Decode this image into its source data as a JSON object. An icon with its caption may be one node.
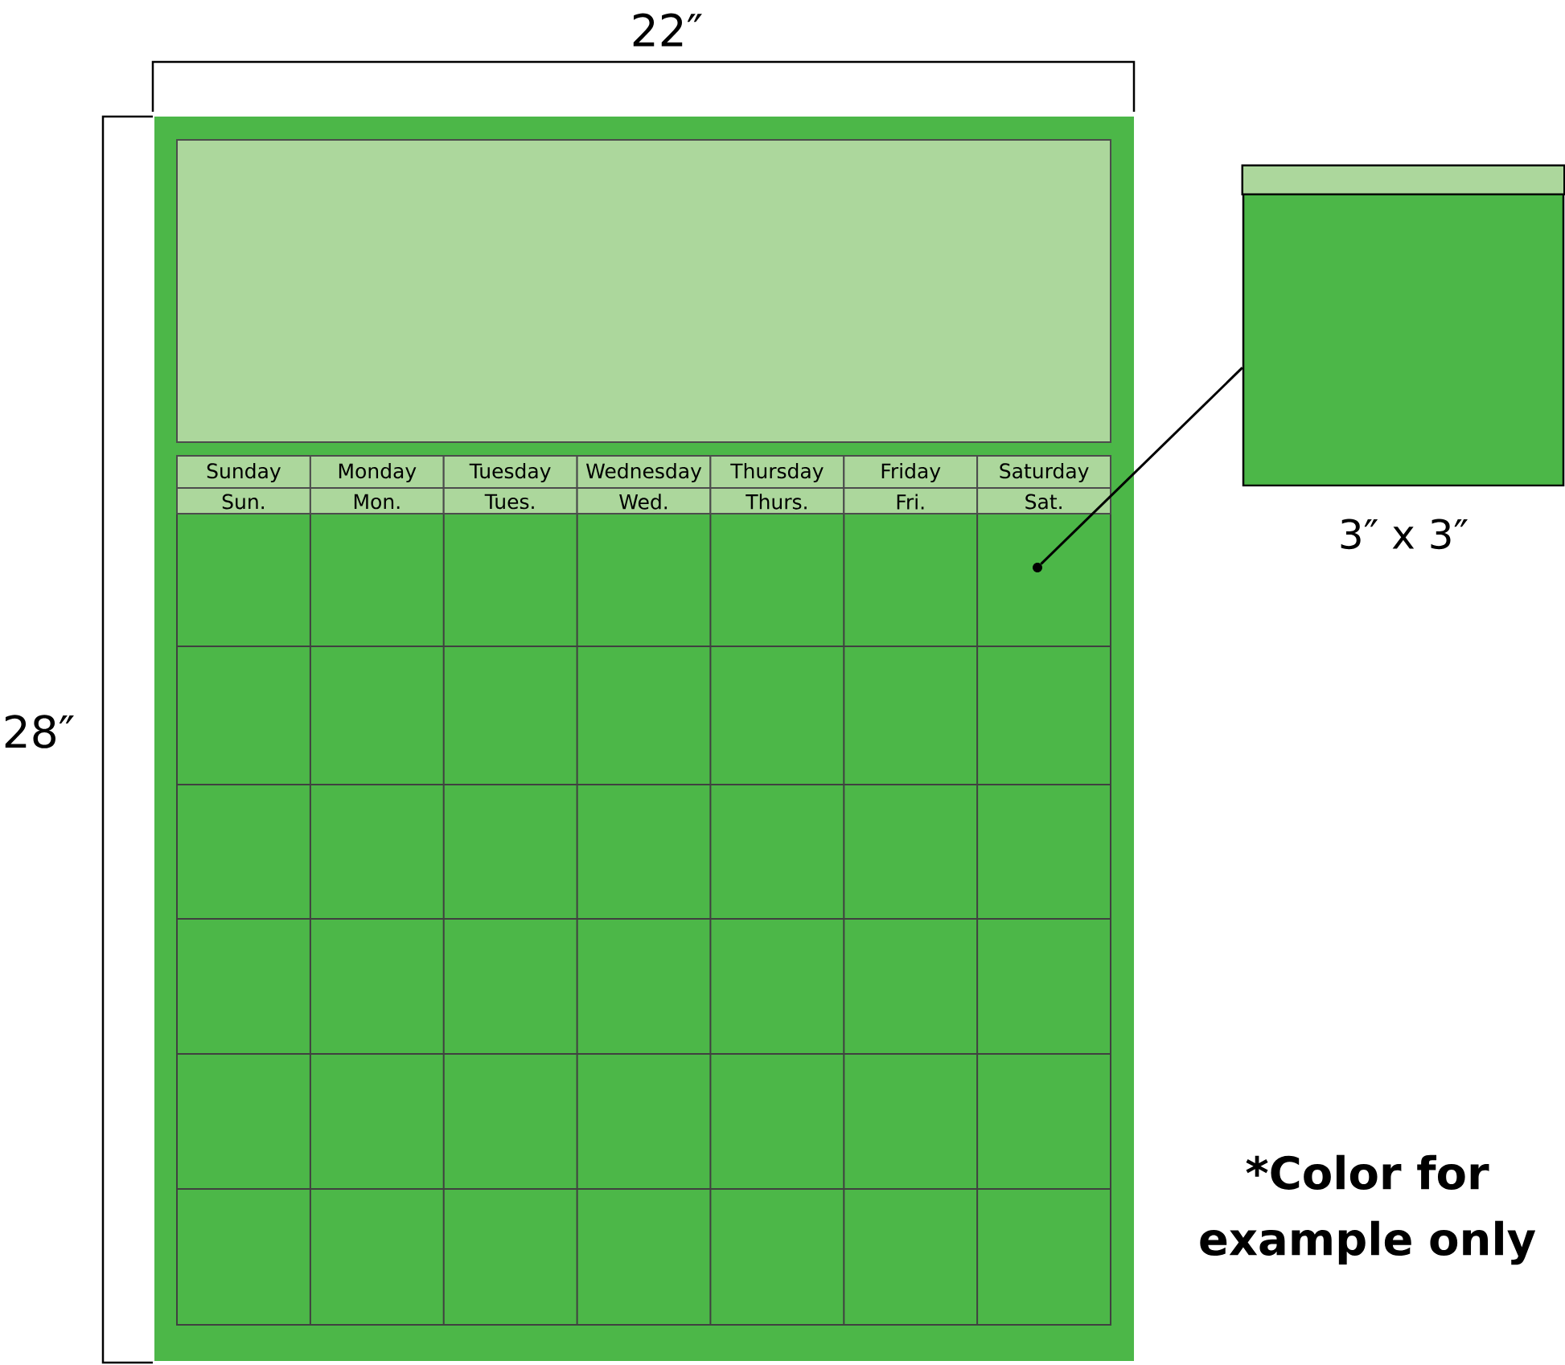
{
  "diagram": {
    "nodes": [
      {
        "text": [],
        "shape": "circle"
      },
      {
        "text": [],
        "shape": "box",
        "beside": [
          "3″ x 3″"
        ]
      }
    ],
    "edges": [
      {
        "from": 0,
        "to": 1,
        "arrow": "none"
      }
    ],
    "labels": [
      "22″",
      "28″",
      "Sunday",
      "Monday",
      "Tuesday",
      "Wednesday",
      "Thursday",
      "Friday",
      "Saturday",
      "Sun.",
      "Mon.",
      "Tues.",
      "Wed.",
      "Thurs.",
      "Fri.",
      "Sat.",
      "*Color for example only"
    ]
  }
}
